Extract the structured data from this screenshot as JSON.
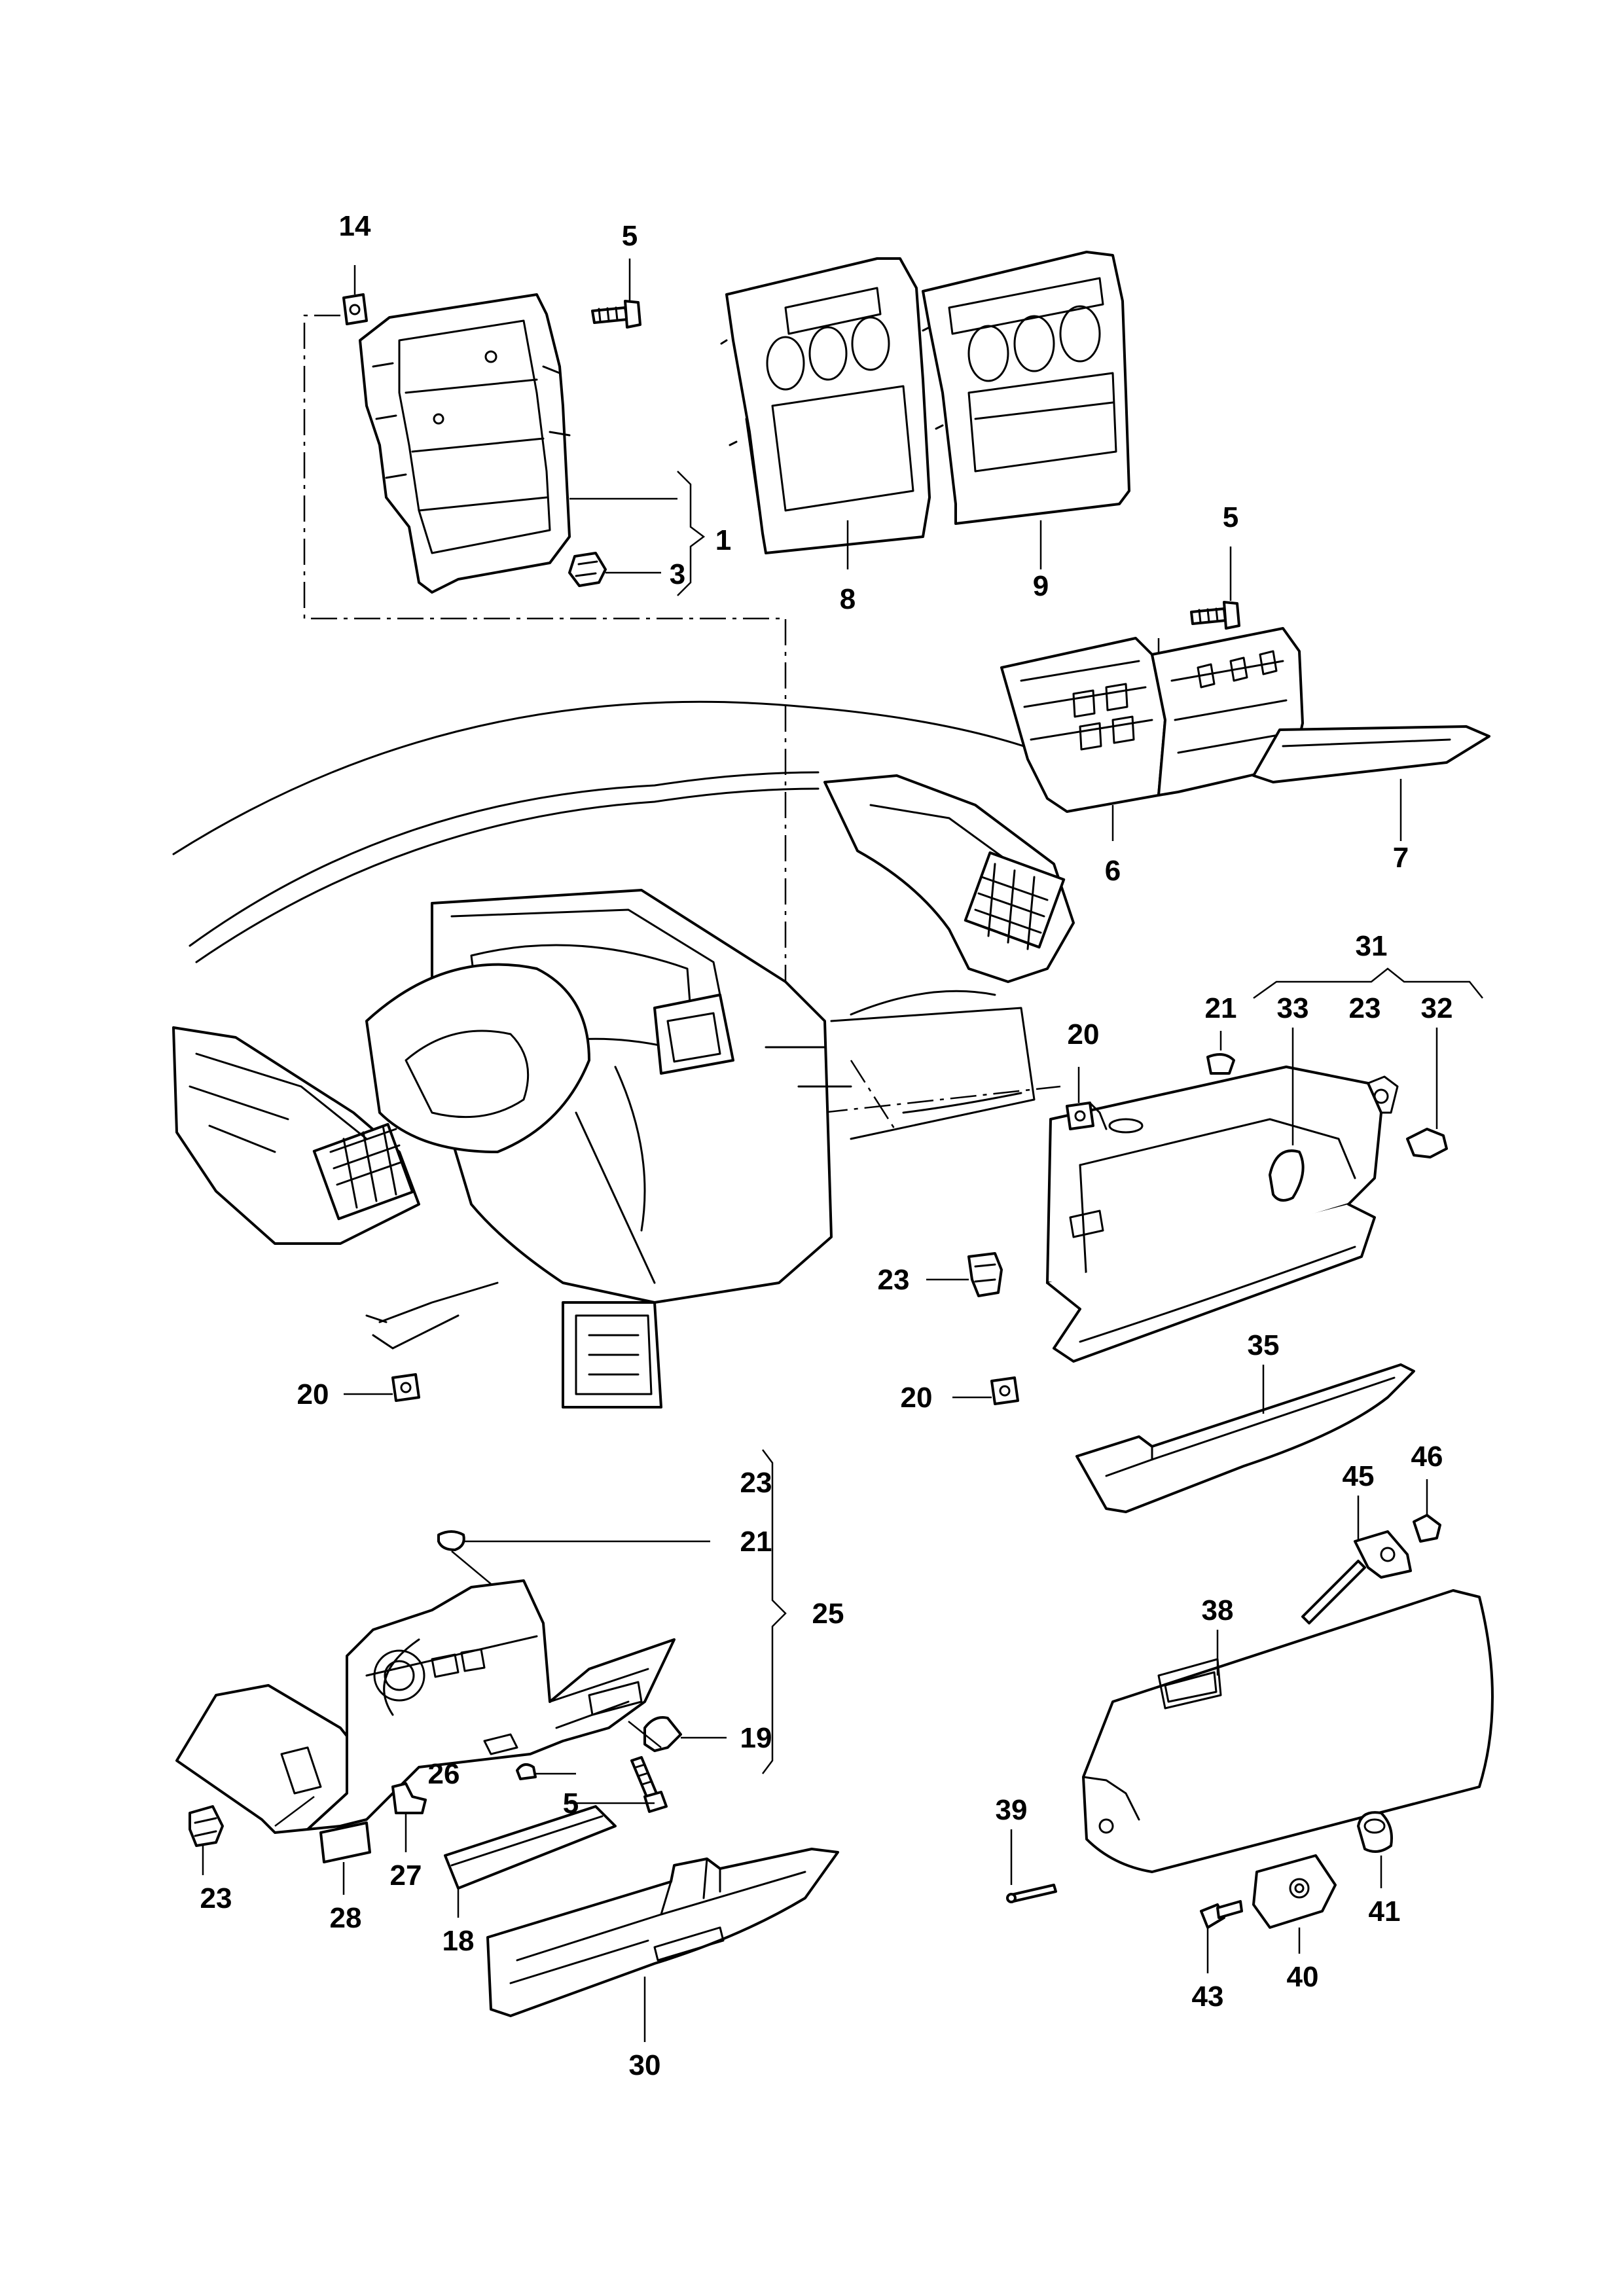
{
  "diagram": {
    "callouts": {
      "c14": "14",
      "c5a": "5",
      "c1": "1",
      "c3": "3",
      "c8": "8",
      "c9": "9",
      "c5b": "5",
      "c6": "6",
      "c7": "7",
      "c31": "31",
      "c21a": "21",
      "c33": "33",
      "c23a": "23",
      "c32": "32",
      "c20a": "20",
      "c23b": "23",
      "c20b": "20",
      "c20c": "20",
      "c35": "35",
      "c23c": "23",
      "c21b": "21",
      "c25": "25",
      "c19": "19",
      "c26": "26",
      "c5c": "5",
      "c23d": "23",
      "c27": "27",
      "c28": "28",
      "c18": "18",
      "c30": "30",
      "c46": "46",
      "c45": "45",
      "c38": "38",
      "c39": "39",
      "c41": "41",
      "c40": "40",
      "c43": "43"
    }
  }
}
